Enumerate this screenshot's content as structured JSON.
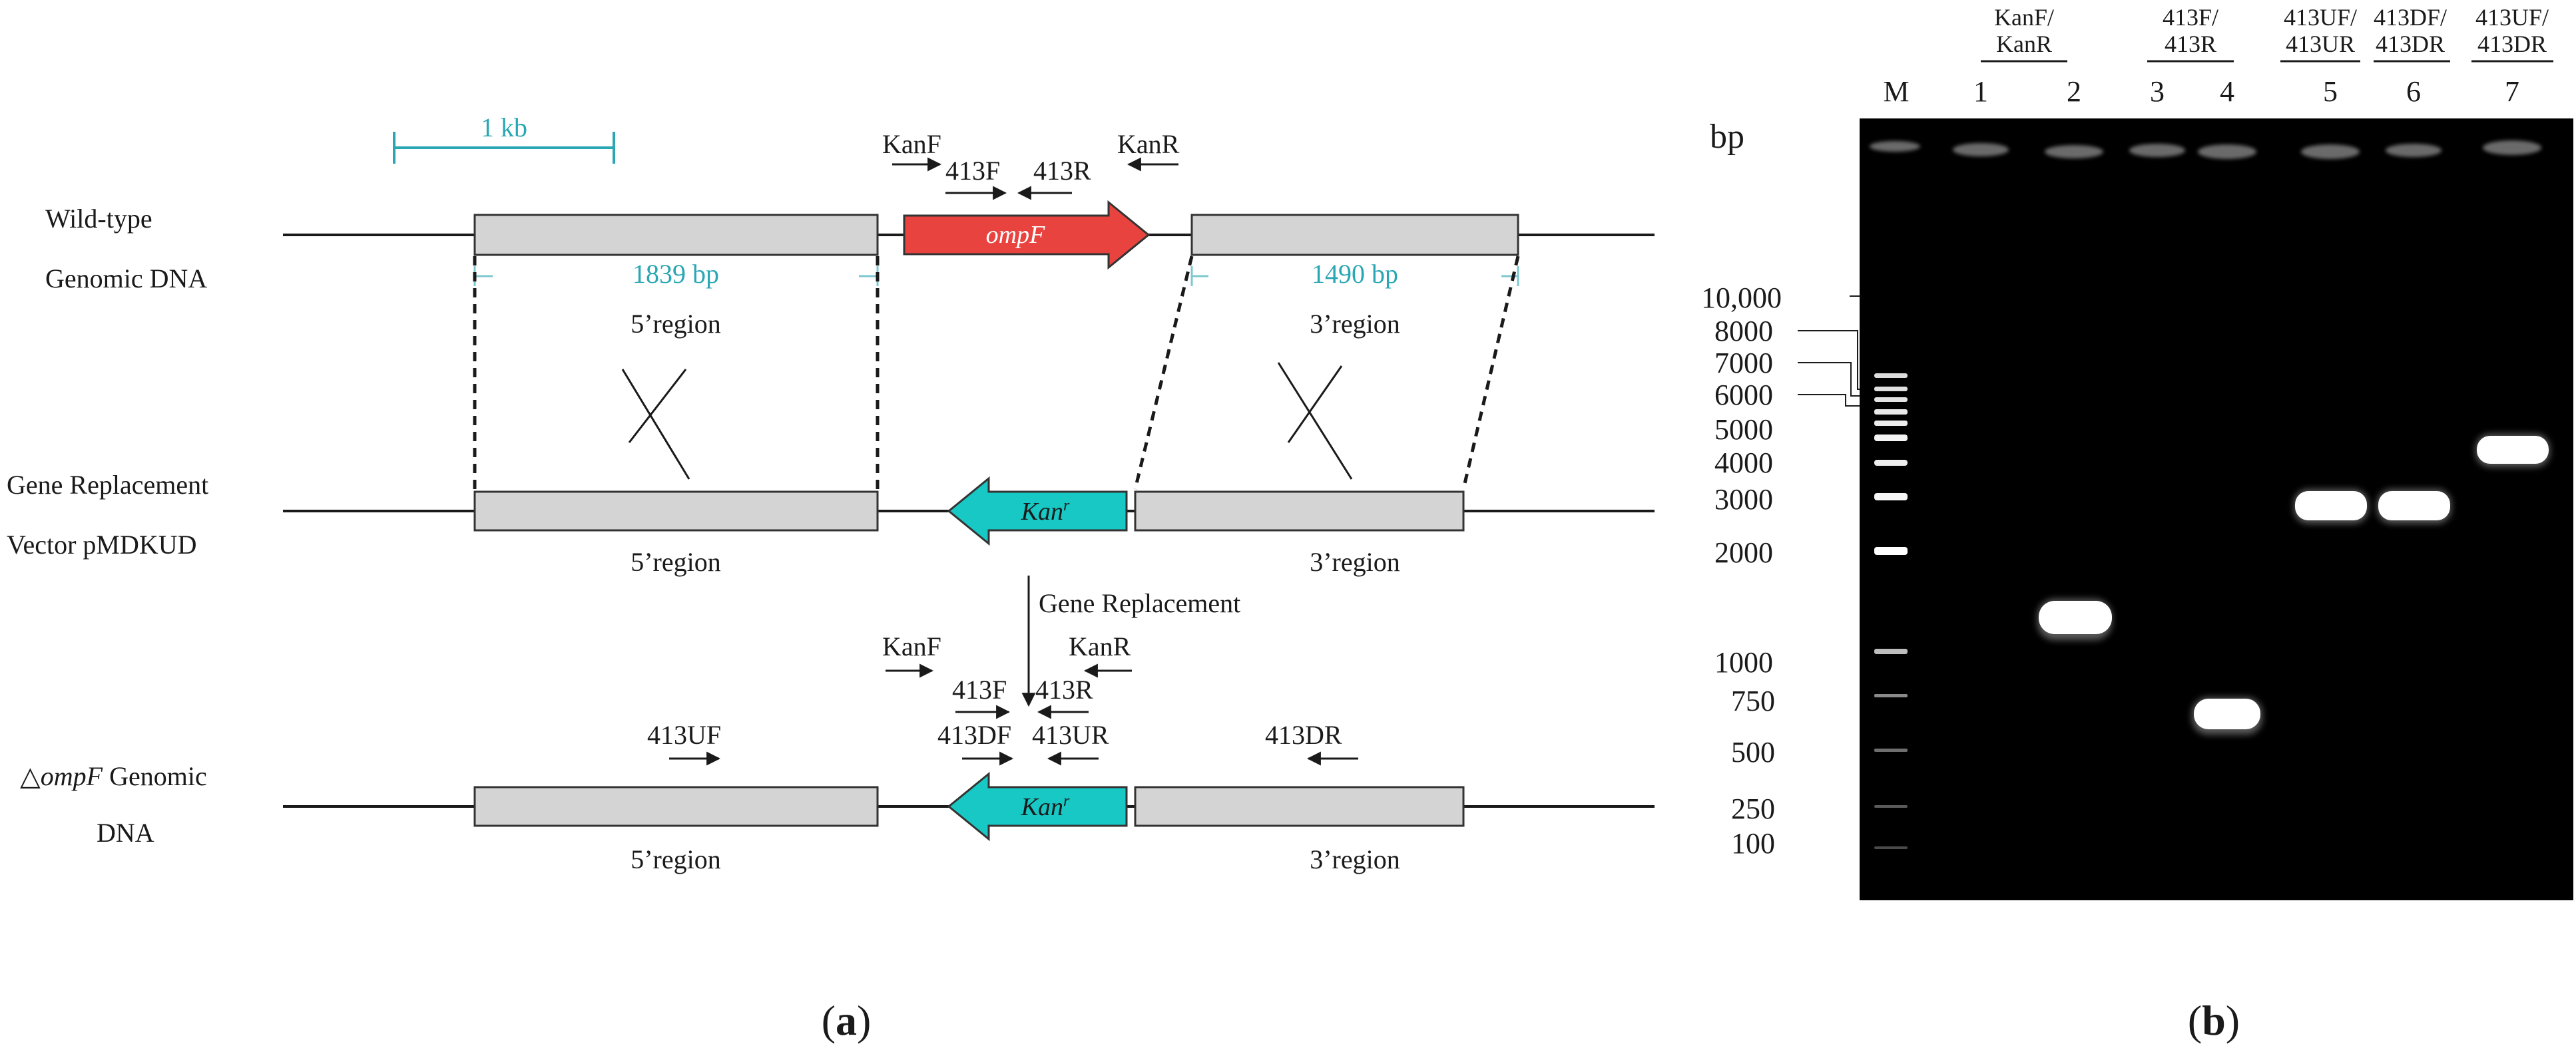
{
  "panel_a": {
    "scale_label": "1 kb",
    "rows": {
      "wt_label_1": "Wild-type",
      "wt_label_2": "Genomic DNA",
      "vec_label_1": "Gene Replacement",
      "vec_label_2": "Vector pMDKUD",
      "mut_label_symbol": "△",
      "mut_label_gene": "ompF",
      "mut_label_rest": " Genomic",
      "mut_label_2": "DNA"
    },
    "regions": {
      "five_prime": "5’region",
      "three_prime": "3’region",
      "five_prime_size": "1839 bp",
      "three_prime_size": "1490 bp"
    },
    "genes": {
      "ompF": "ompF",
      "kan": "Kan",
      "kan_sup": "r"
    },
    "primers": {
      "KanF": "KanF",
      "KanR": "KanR",
      "F413": "413F",
      "R413": "413R",
      "UF413": "413UF",
      "DF413": "413DF",
      "UR413": "413UR",
      "DR413": "413DR"
    },
    "step_label": "Gene Replacement",
    "panel_label": "a"
  },
  "panel_b": {
    "panel_label": "b",
    "unit": "bp",
    "marker_lane": "M",
    "lane_numbers": [
      "1",
      "2",
      "3",
      "4",
      "5",
      "6",
      "7"
    ],
    "primer_groups": [
      {
        "top": "KanF/",
        "bottom": "KanR"
      },
      {
        "top": "413F/",
        "bottom": "413R"
      },
      {
        "top": "413UF/",
        "bottom": "413UR"
      },
      {
        "top": "413DF/",
        "bottom": "413DR"
      },
      {
        "top": "413UF/",
        "bottom": "413DR"
      }
    ],
    "ladder": [
      "10,000",
      "8000",
      "7000",
      "6000",
      "5000",
      "4000",
      "3000",
      "2000",
      "1000",
      "750",
      "500",
      "250",
      "100"
    ]
  },
  "colors": {
    "ompF": "#e8433f",
    "kan": "#17c8c4",
    "region_box": "#d4d4d4",
    "scale": "#2aa7b4",
    "gel": "#000000"
  }
}
